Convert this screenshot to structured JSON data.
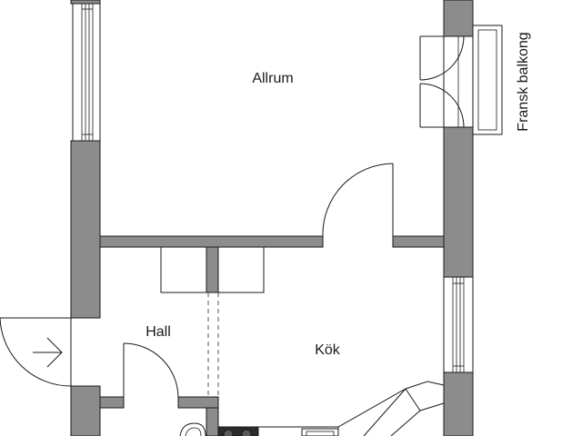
{
  "rooms": {
    "allrum": "Allrum",
    "hall": "Hall",
    "kok": "Kök"
  },
  "annotations": {
    "french_balcony": "Fransk balkong"
  },
  "colors": {
    "wall_fill": "#8c8c8c",
    "line": "#1a1a1a",
    "background": "#ffffff"
  }
}
